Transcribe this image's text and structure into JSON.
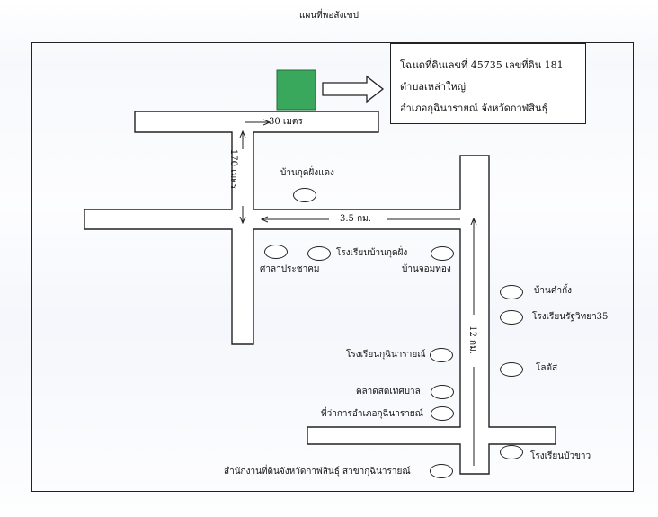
{
  "title": "แผนที่พอสังเขป",
  "deed": {
    "line1": "โฉนดที่ดินเลขที่ 45735  เลขที่ดิน 181",
    "line2": "ตำบลเหล่าใหญ่",
    "line3": "อำเภอกุฉินารายณ์ จังหวัดกาฬสินธุ์"
  },
  "plot_color": "#3aa85c",
  "distances": {
    "top": "30 เมตร",
    "vertical": "170 เมตร",
    "middle": "3.5 กม.",
    "long": "12 กม."
  },
  "places": {
    "ban_kut_fang_daeng": "บ้านกุดฝั่งแดง",
    "sala_prachakhom": "ศาลาประชาคม",
    "rongrian_ban_kut_fang": "โรงเรียนบ้านกุดฝั่ง",
    "ban_chom_thong": "บ้านจอมทอง",
    "ban_kham_kong": "บ้านคำกั้ง",
    "rongrian_ratwittaya": "โรงเรียนรัฐวิทยา35",
    "rongrian_kuchinarai": "โรงเรียนกุฉินารายณ์",
    "lotus": "โลตัส",
    "talat_sot": "ตลาดสดเทศบาล",
    "thi_wa_kan": "ที่ว่าการอำเภอกุฉินารายณ์",
    "rongrian_bua_khao": "โรงเรียนบัวขาว",
    "land_office": "สำนักงานที่ดินจังหวัดกาฬสินธุ์ สาขากุฉินารายณ์"
  }
}
